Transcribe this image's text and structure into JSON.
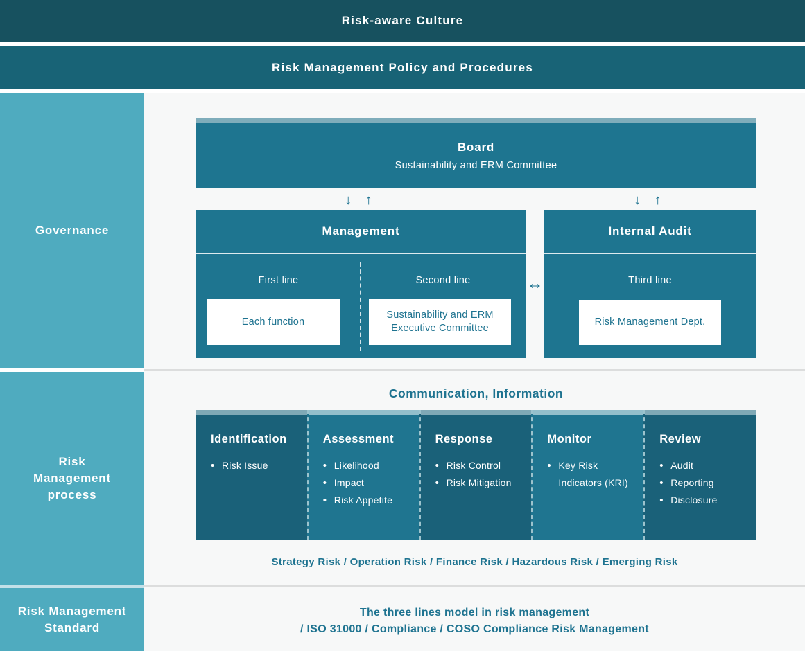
{
  "colors": {
    "banner_top_bg": "#17515f",
    "banner_policy_bg": "#186376",
    "sidebar_bg": "#4fabbf",
    "box_teal": "#1e7590",
    "column_dark": "#1a6179",
    "column_light": "#1f7590",
    "strip_light_blue": "#7fadbb",
    "accent_text_teal": "#1e7390",
    "main_bg": "#f7f8f8"
  },
  "banners": {
    "culture": "Risk-aware Culture",
    "policy": "Risk Management Policy and Procedures"
  },
  "sidebar": {
    "governance": "Governance",
    "process_lines": [
      "Risk",
      "Management",
      "process"
    ],
    "standard_lines": [
      "Risk Management",
      "Standard"
    ]
  },
  "governance": {
    "board": {
      "title": "Board",
      "subtitle": "Sustainability and ERM Committee"
    },
    "arrows": {
      "down_up": "↓ ↑",
      "left_right": "↔"
    },
    "management": {
      "title": "Management",
      "first_line_label": "First line",
      "second_line_label": "Second line",
      "first_line_box": "Each function",
      "second_line_box": "Sustainability and ERM Executive Committee"
    },
    "internal_audit": {
      "title": "Internal Audit",
      "third_line_label": "Third line",
      "third_line_box": "Risk Management Dept."
    }
  },
  "process": {
    "communication_label": "Communication, Information",
    "columns": [
      {
        "title": "Identification",
        "items": [
          "Risk Issue"
        ]
      },
      {
        "title": "Assessment",
        "items": [
          "Likelihood",
          "Impact",
          "Risk Appetite"
        ]
      },
      {
        "title": "Response",
        "items": [
          "Risk Control",
          "Risk Mitigation"
        ]
      },
      {
        "title": "Monitor",
        "items": [
          "Key Risk Indicators (KRI)"
        ]
      },
      {
        "title": "Review",
        "items": [
          "Audit",
          "Reporting",
          "Disclosure"
        ]
      }
    ],
    "risk_types": "Strategy Risk / Operation Risk / Finance Risk / Hazardous Risk / Emerging Risk"
  },
  "standard": {
    "lines": [
      "The three lines model in risk management",
      "/ ISO 31000 / Compliance / COSO Compliance Risk Management"
    ]
  }
}
